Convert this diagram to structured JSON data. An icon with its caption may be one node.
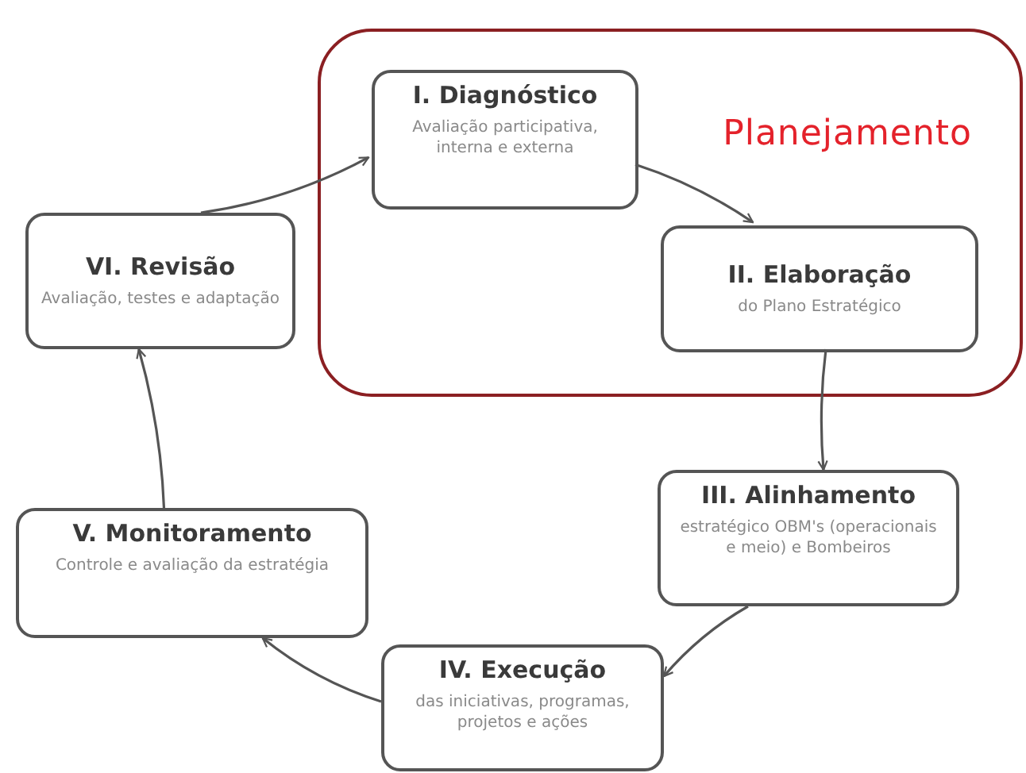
{
  "diagram": {
    "nodes": [
      {
        "text": [
          "Planejamento"
        ]
      },
      {
        "text": [
          "I. Diagnóstico",
          "Avaliação participativa, interna e externa"
        ],
        "in": 0
      },
      {
        "text": [
          "II. Elaboração",
          "do Plano Estratégico"
        ],
        "in": 0
      },
      {
        "text": [
          "III. Alinhamento",
          "estratégico OBM's (operacionais e meio) e Bombeiros"
        ]
      },
      {
        "text": [
          "IV. Execução",
          "das iniciativas, programas, projetos e ações"
        ]
      },
      {
        "text": [
          "V. Monitoramento",
          "Controle e avaliação da estratégia"
        ]
      },
      {
        "text": [
          "VI. Revisão",
          "Avaliação, testes e adaptação"
        ]
      }
    ],
    "edges": [
      {
        "from": 1,
        "to": 2,
        "arrow": "to"
      },
      {
        "from": 2,
        "to": 3,
        "arrow": "to"
      },
      {
        "from": 3,
        "to": 4,
        "arrow": "to"
      },
      {
        "from": 4,
        "to": 5,
        "arrow": "to"
      },
      {
        "from": 5,
        "to": 6,
        "arrow": "to"
      },
      {
        "from": 6,
        "to": 1,
        "arrow": "to"
      }
    ]
  }
}
